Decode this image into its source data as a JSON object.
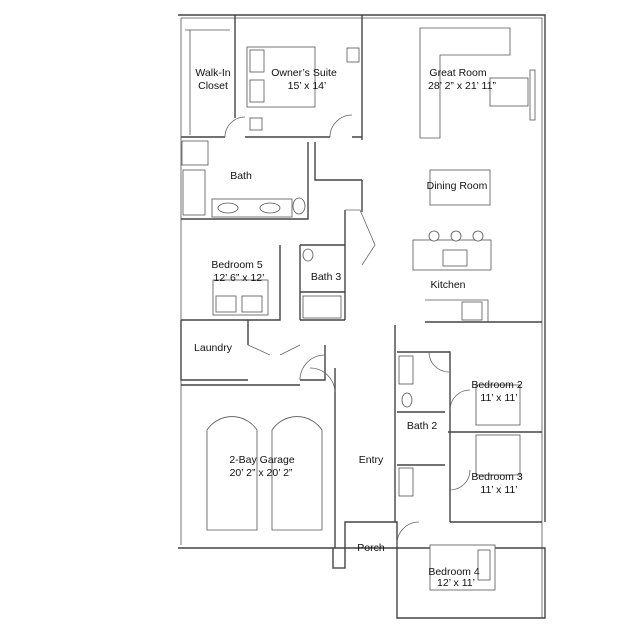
{
  "rooms": {
    "walk_in_closet": {
      "line1": "Walk-In",
      "line2": "Closet"
    },
    "owners_suite": {
      "name": "Owner’s Suite",
      "size": "15’ x 14’"
    },
    "great_room": {
      "name": "Great Room",
      "size": "28’ 2” x 21’ 11”"
    },
    "bath": {
      "name": "Bath"
    },
    "dining_room": {
      "name": "Dining Room"
    },
    "bedroom_5": {
      "name": "Bedroom 5",
      "size": "12’ 6” x 12’"
    },
    "bath_3": {
      "name": "Bath 3"
    },
    "kitchen": {
      "name": "Kitchen"
    },
    "laundry": {
      "name": "Laundry"
    },
    "bedroom_2": {
      "name": "Bedroom 2",
      "size": "11’ x 11’"
    },
    "bath_2": {
      "name": "Bath 2"
    },
    "garage": {
      "name": "2-Bay Garage",
      "size": "20’ 2” x 20’ 2”"
    },
    "entry": {
      "name": "Entry"
    },
    "bedroom_3": {
      "name": "Bedroom 3",
      "size": "11’ x 11’"
    },
    "porch": {
      "name": "Porch"
    },
    "bedroom_4": {
      "name": "Bedroom 4",
      "size": "12’ x 11’"
    }
  }
}
